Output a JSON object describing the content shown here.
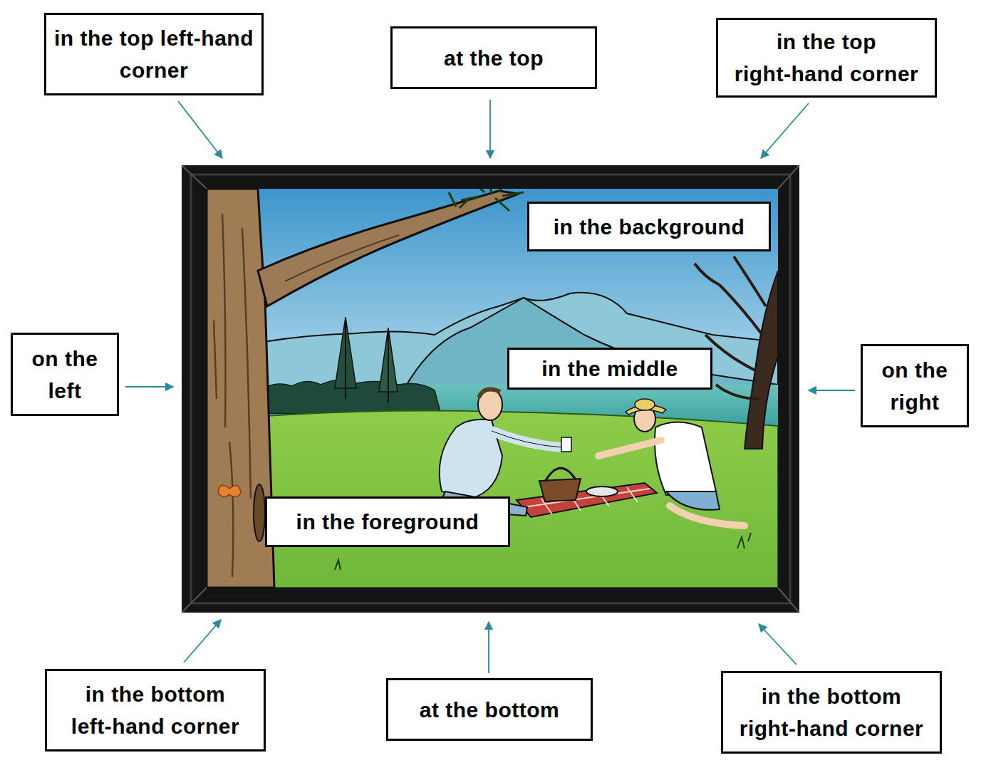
{
  "diagram": {
    "nodes": [
      {
        "text": [
          "in the top left-hand corner"
        ]
      },
      {
        "text": [
          "at the top"
        ]
      },
      {
        "text": [
          "in the top right-hand corner"
        ]
      },
      {
        "text": [
          "in the background"
        ]
      },
      {
        "text": [
          "on the left"
        ]
      },
      {
        "text": [
          "in the middle"
        ]
      },
      {
        "text": [
          "on the right"
        ]
      },
      {
        "text": [
          "in the foreground"
        ]
      },
      {
        "text": [
          "in the bottom left-hand corner"
        ]
      },
      {
        "text": [
          "at the bottom"
        ]
      },
      {
        "text": [
          "in the bottom right-hand corner"
        ]
      }
    ]
  }
}
